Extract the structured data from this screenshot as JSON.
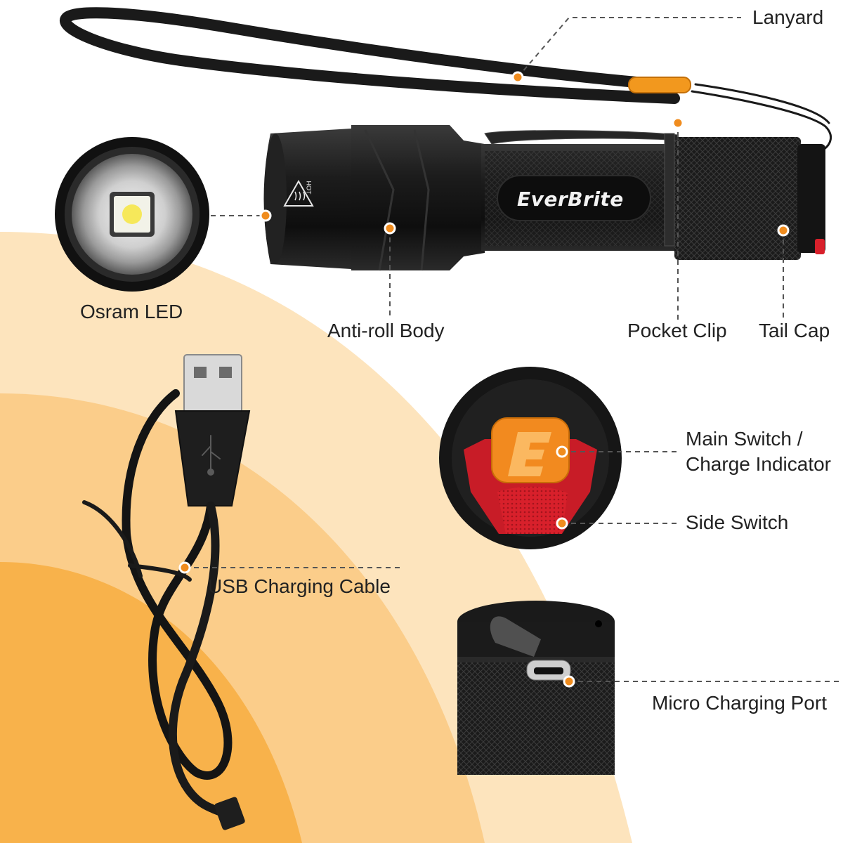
{
  "brand": "EverBrite",
  "hot_mark": "HOT",
  "colors": {
    "accent_orange": "#f08c1e",
    "background_glow_light": "#fde4bd",
    "background_glow_mid": "#fbcd8a",
    "background_glow_deep": "#f8b24b",
    "body_black": "#161616",
    "switch_red": "#d8202b",
    "switch_orange": "#f28a1f",
    "leader_line": "#555555"
  },
  "icons": [
    "usb-icon",
    "hot-warning-icon",
    "e-logo-icon"
  ],
  "callouts": {
    "lanyard": "Lanyard",
    "osram_led": "Osram LED",
    "anti_roll_body": "Anti-roll Body",
    "pocket_clip": "Pocket Clip",
    "tail_cap": "Tail Cap",
    "main_switch_line1": "Main Switch /",
    "main_switch_line2": "Charge Indicator",
    "side_switch": "Side Switch",
    "usb_cable": "USB Charging Cable",
    "micro_port": "Micro Charging Port"
  }
}
